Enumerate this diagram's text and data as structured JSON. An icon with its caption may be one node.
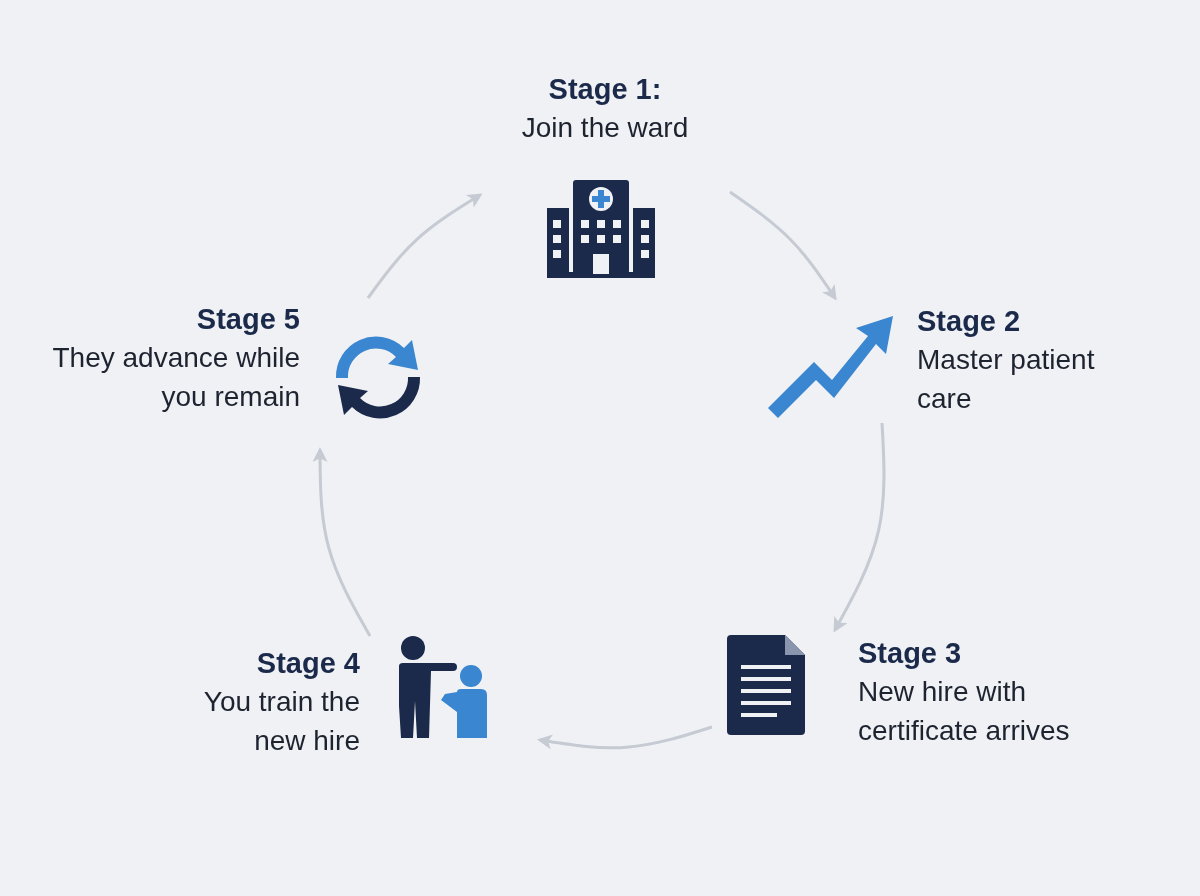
{
  "diagram": {
    "nodes": [
      {
        "text": [
          "Stage 1:",
          "Join the ward"
        ]
      },
      {
        "text": [
          "Stage 2",
          "Master patient care"
        ]
      },
      {
        "text": [
          "Stage 3",
          "New hire with certificate arrives"
        ]
      },
      {
        "text": [
          "Stage 4",
          "You train the new hire"
        ]
      },
      {
        "text": [
          "Stage 5",
          "They advance while you remain"
        ]
      }
    ],
    "edges": [
      {
        "from": 4,
        "to": 0,
        "arrow": "to"
      },
      {
        "from": 0,
        "to": 1,
        "arrow": "to"
      },
      {
        "from": 1,
        "to": 2,
        "arrow": "to"
      },
      {
        "from": 2,
        "to": 3,
        "arrow": "to"
      },
      {
        "from": 3,
        "to": 4,
        "arrow": "to"
      }
    ]
  }
}
